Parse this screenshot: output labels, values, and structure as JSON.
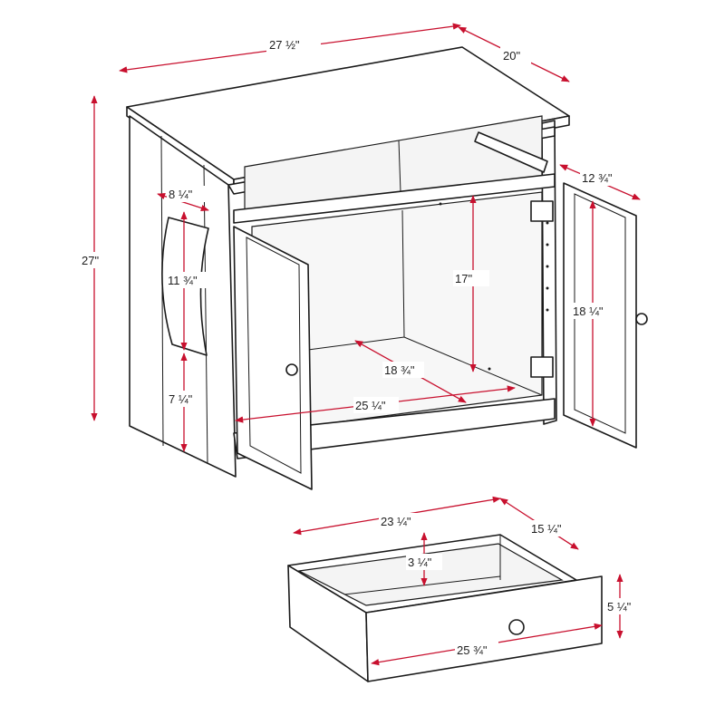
{
  "dimensions": {
    "top_width": "27 ½\"",
    "top_depth": "20\"",
    "height": "27\"",
    "side_opening_width": "8 ¼\"",
    "side_opening_height": "11 ¾\"",
    "side_opening_from_floor": "7 ¼\"",
    "shelf_depth": "12 ¾\"",
    "interior_height": "17\"",
    "interior_depth": "18 ¾\"",
    "interior_width": "25 ¼\"",
    "door_height": "18 ¼\"",
    "drawer_width": "23 ¼\"",
    "drawer_depth": "15 ¼\"",
    "drawer_inner_height": "3 ¼\"",
    "drawer_front_height": "5 ¼\"",
    "drawer_front_width": "25 ¾\""
  },
  "colors": {
    "dimension_line": "#c8102e",
    "outline": "#1a1a1a"
  }
}
